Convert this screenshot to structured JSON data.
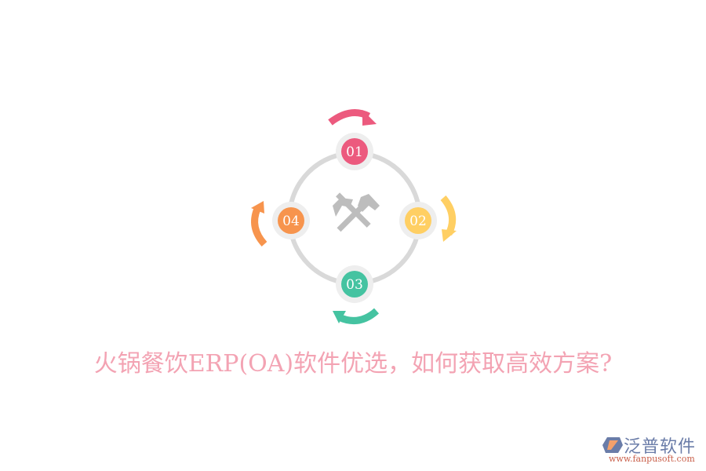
{
  "diagram": {
    "type": "cycle",
    "center_icon": "crossed-hammers-icon",
    "ring_color": "#d9d9d9",
    "node_halo_color": "#eeeeee",
    "nodes": [
      {
        "label": "01",
        "color": "#ec5a7e",
        "position": "top"
      },
      {
        "label": "02",
        "color": "#ffcf63",
        "position": "right"
      },
      {
        "label": "03",
        "color": "#45c3a1",
        "position": "bottom"
      },
      {
        "label": "04",
        "color": "#f7944d",
        "position": "left"
      }
    ],
    "arrows": [
      {
        "color": "#ec5a7e",
        "direction": "clockwise",
        "position": "top"
      },
      {
        "color": "#ffcf63",
        "direction": "clockwise",
        "position": "right"
      },
      {
        "color": "#45c3a1",
        "direction": "clockwise",
        "position": "bottom"
      },
      {
        "color": "#f7944d",
        "direction": "clockwise",
        "position": "left"
      }
    ]
  },
  "title": "火锅餐饮ERP(OA)软件优选，如何获取高效方案?",
  "logo": {
    "name": "泛普软件",
    "url": "www.fanpusoft.com"
  }
}
